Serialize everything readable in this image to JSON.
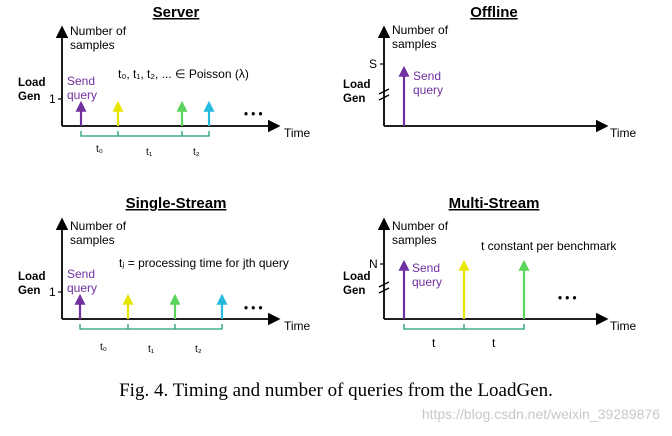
{
  "colors": {
    "purple": "#7030a0",
    "yellow": "#e6e600",
    "green": "#5ad45a",
    "cyan": "#25b9dc",
    "teal": "#1e9d7a"
  },
  "panels": {
    "server": {
      "title": "Server",
      "ylabel1": "Number of",
      "ylabel2": "samples",
      "side1": "Load",
      "side2": "Gen",
      "tick": "1",
      "send1": "Send",
      "send2": "query",
      "note": "t₀, t₁, t₂, ... ∈ Poisson (λ)",
      "dots": "• • •",
      "time": "Time",
      "intervals": [
        "t₀",
        "t₁",
        "t₂"
      ]
    },
    "offline": {
      "title": "Offline",
      "ylabel1": "Number of",
      "ylabel2": "samples",
      "side1": "Load",
      "side2": "Gen",
      "tick": "S",
      "send1": "Send",
      "send2": "query",
      "time": "Time"
    },
    "single": {
      "title": "Single-Stream",
      "ylabel1": "Number of",
      "ylabel2": "samples",
      "side1": "Load",
      "side2": "Gen",
      "tick": "1",
      "send1": "Send",
      "send2": "query",
      "note": "tⱼ = processing time for jth query",
      "dots": "• • •",
      "time": "Time",
      "intervals": [
        "t₀",
        "t₁",
        "t₂"
      ]
    },
    "multi": {
      "title": "Multi-Stream",
      "ylabel1": "Number of",
      "ylabel2": "samples",
      "side1": "Load",
      "side2": "Gen",
      "tick": "N",
      "send1": "Send",
      "send2": "query",
      "note": "t constant per benchmark",
      "dots": "• • •",
      "time": "Time",
      "intervals": [
        "t",
        "t"
      ]
    }
  },
  "caption": "Fig. 4.   Timing and number of queries from the LoadGen.",
  "watermark": "https://blog.csdn.net/weixin_39289876"
}
